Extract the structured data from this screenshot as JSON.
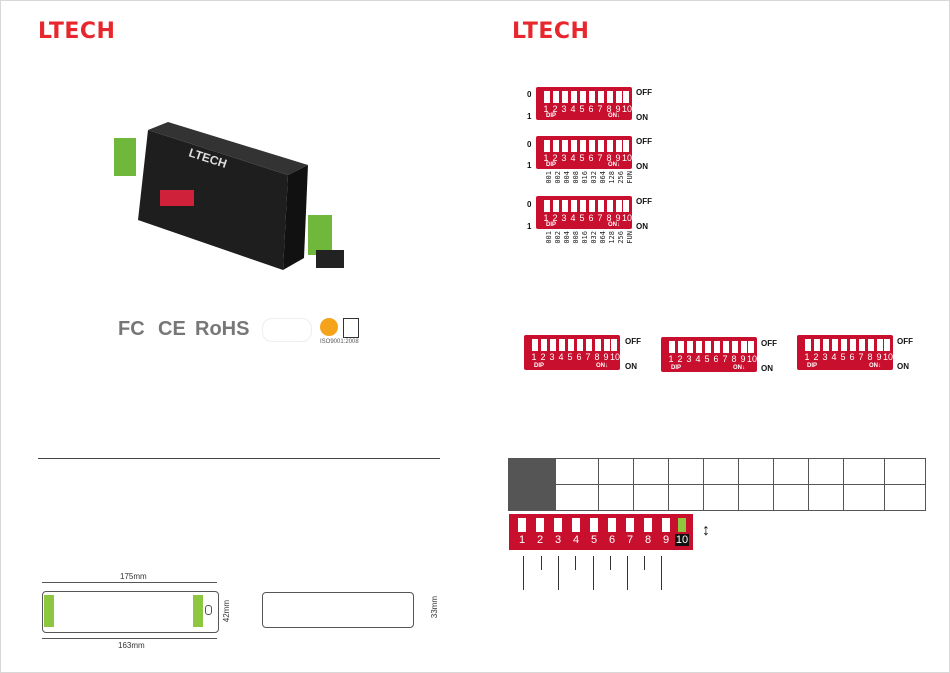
{
  "left_page": {
    "logo": "LTECH",
    "device_label": "LTECH",
    "certifications": [
      "FC",
      "CE",
      "RoHS"
    ],
    "iso_text": "ISO9001:2008"
  },
  "right_page": {
    "logo": "LTECH"
  },
  "dip_labels": {
    "off": "OFF",
    "on": "ON",
    "zero": "0",
    "one": "1",
    "dip": "DIP",
    "on_arrow": "ON↓"
  },
  "dip_numbers": [
    "1",
    "2",
    "3",
    "4",
    "5",
    "6",
    "7",
    "8",
    "9",
    "10"
  ],
  "dip_values": [
    "001",
    "002",
    "004",
    "008",
    "016",
    "032",
    "064",
    "128",
    "256",
    "FUN"
  ],
  "dimensions": {
    "top_length": "175mm",
    "bottom_length": "163mm",
    "height": "42mm",
    "side_height": "33mm"
  },
  "colors": {
    "brand_red": "#e8262d",
    "dip_red": "#c8102e",
    "highlight_green": "#8dc63f"
  }
}
